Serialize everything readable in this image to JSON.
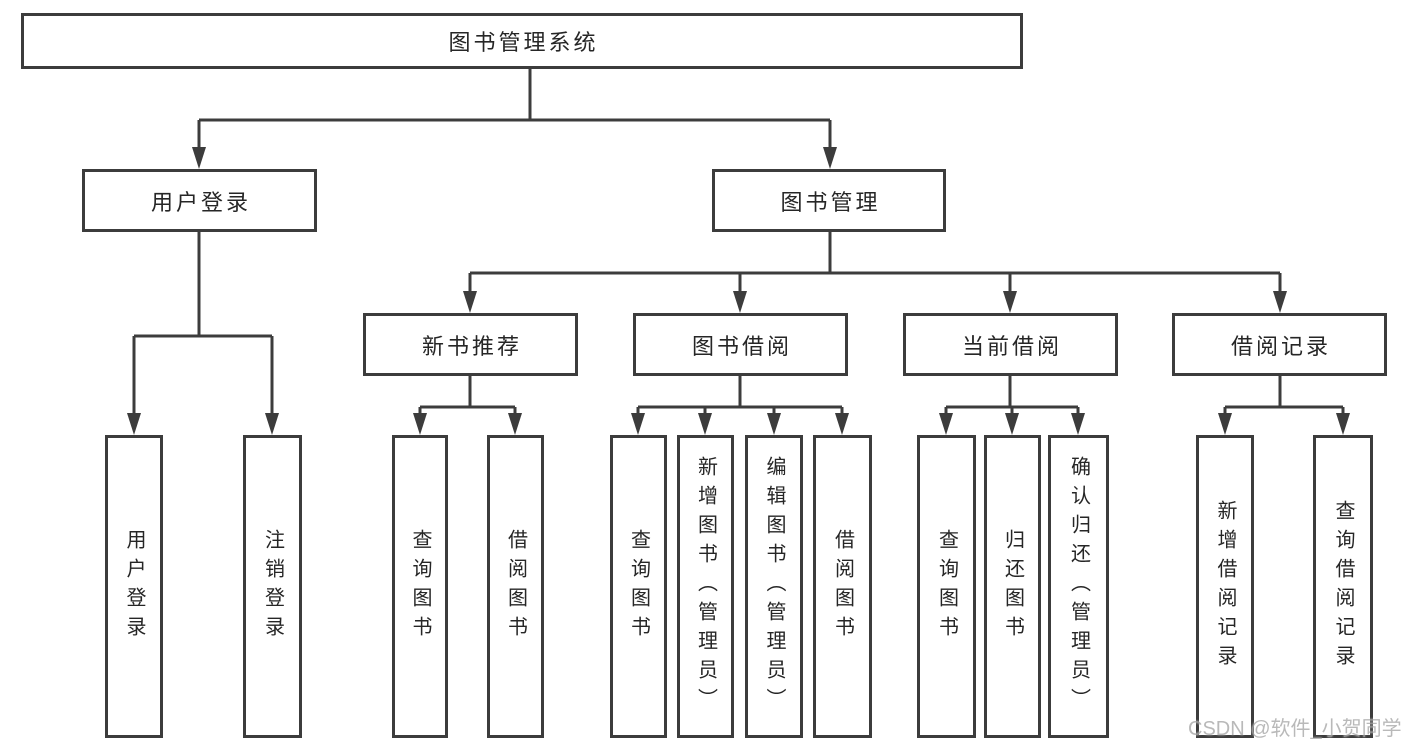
{
  "tree": {
    "root": {
      "label": "图书管理系统"
    },
    "branches": [
      {
        "label": "用户登录",
        "children": [
          {
            "label": "用户登录"
          },
          {
            "label": "注销登录"
          }
        ]
      },
      {
        "label": "图书管理",
        "children": [
          {
            "label": "新书推荐",
            "children": [
              {
                "label": "查询图书"
              },
              {
                "label": "借阅图书"
              }
            ]
          },
          {
            "label": "图书借阅",
            "children": [
              {
                "label": "查询图书"
              },
              {
                "label": "新增图书（管理员）"
              },
              {
                "label": "编辑图书（管理员）"
              },
              {
                "label": "借阅图书"
              }
            ]
          },
          {
            "label": "当前借阅",
            "children": [
              {
                "label": "查询图书"
              },
              {
                "label": "归还图书"
              },
              {
                "label": "确认归还（管理员）"
              }
            ]
          },
          {
            "label": "借阅记录",
            "children": [
              {
                "label": "新增借阅记录"
              },
              {
                "label": "查询借阅记录"
              }
            ]
          }
        ]
      }
    ]
  },
  "watermark": "CSDN @软件_小贺同学"
}
